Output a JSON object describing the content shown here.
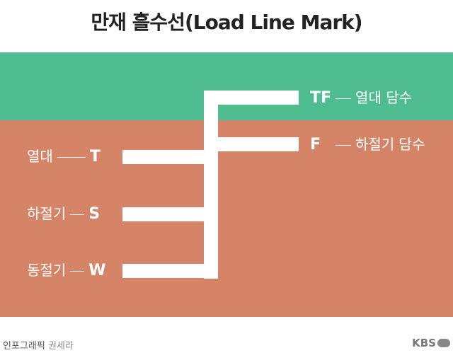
{
  "title": "만재 흘수선(Load Line Mark)",
  "colors": {
    "tropical_fresh_band": "#4fbd8f",
    "sea_band": "#d68467",
    "marks": "#ffffff"
  },
  "marks_left": [
    {
      "season": "열대",
      "code": "T"
    },
    {
      "season": "하절기",
      "code": "S"
    },
    {
      "season": "동절기",
      "code": "W"
    }
  ],
  "marks_right": [
    {
      "code": "TF",
      "description": "열대 담수"
    },
    {
      "code": "F",
      "description": "하절기 담수"
    }
  ],
  "footer": {
    "credit": "인포그래픽",
    "author": "권세라",
    "logo": "KBS"
  }
}
